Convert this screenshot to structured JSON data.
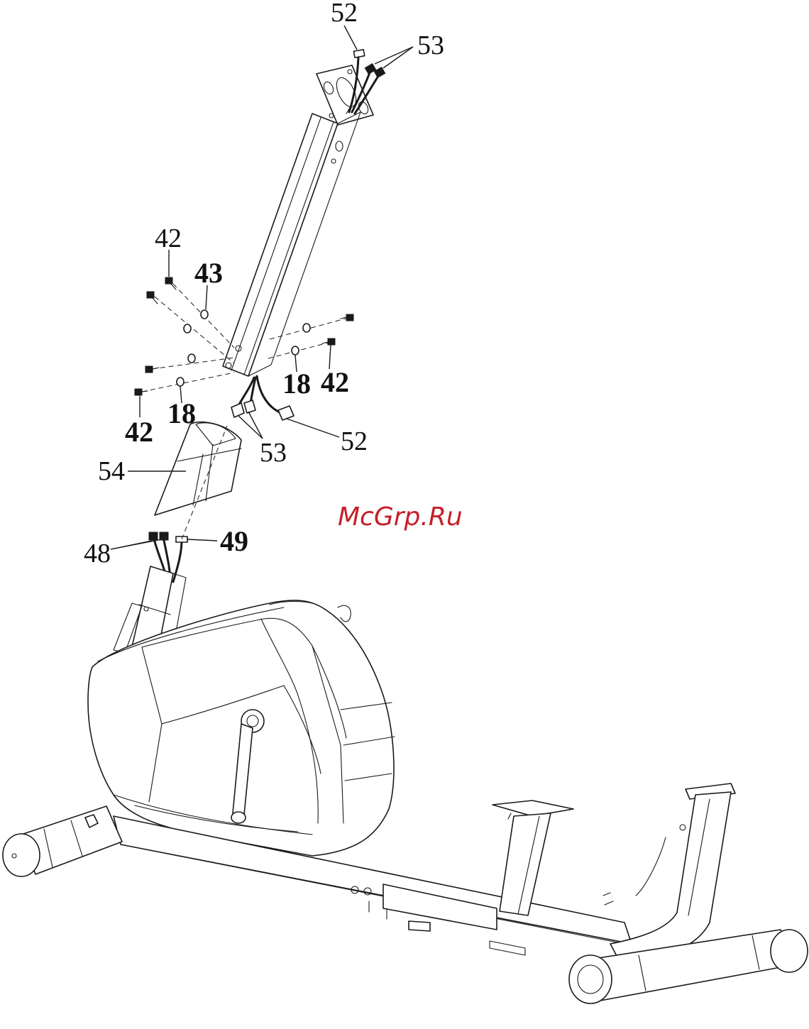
{
  "watermark": {
    "text": "McGrp.Ru",
    "color": "#c4202a"
  },
  "callouts": {
    "c52_top": "52",
    "c53_top": "53",
    "c42_upper": "42",
    "c43": "43",
    "c18_right": "18",
    "c42_right": "42",
    "c42_left": "42",
    "c18_left": "18",
    "c53_mid": "53",
    "c52_mid": "52",
    "c54": "54",
    "c48": "48",
    "c49": "49"
  }
}
